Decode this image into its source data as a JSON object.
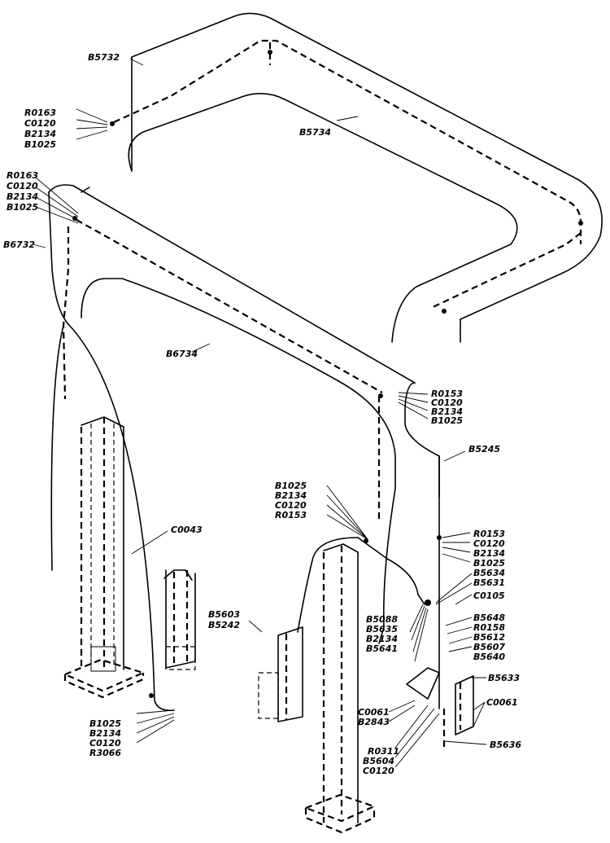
{
  "labels": {
    "b5732": "B5732",
    "b5734": "B5734",
    "r0163_a": "R0163",
    "c0120_a": "C0120",
    "b2134_a": "B2134",
    "b1025_a": "B1025",
    "r0163_b": "R0163",
    "c0120_b": "C0120",
    "b2134_b": "B2134",
    "b1025_b": "B1025",
    "b6732": "B6732",
    "b6734": "B6734",
    "r0153_a": "R0153",
    "c0120_c": "C0120",
    "b2134_c": "B2134",
    "b1025_c": "B1025",
    "b5245": "B5245",
    "b1025_d": "B1025",
    "b2134_d": "B2134",
    "c0120_d": "C0120",
    "r0153_b": "R0153",
    "c0043": "C0043",
    "r0153_c": "R0153",
    "c0120_e": "C0120",
    "b2134_e": "B2134",
    "b1025_e": "B1025",
    "b5634": "B5634",
    "b5631": "B5631",
    "c0105": "C0105",
    "b5603": "B5603",
    "b5242": "B5242",
    "b5088": "B5088",
    "b5635": "B5635",
    "b2134_f": "B2134",
    "b5641": "B5641",
    "b5648": "B5648",
    "r0158": "R0158",
    "b5612": "B5612",
    "b5607": "B5607",
    "b5640": "B5640",
    "b5633": "B5633",
    "c0061_a": "C0061",
    "c0061_b": "C0061",
    "b2843": "B2843",
    "b1025_f": "B1025",
    "b2134_g": "B2134",
    "c0120_f": "C0120",
    "r3066": "R3066",
    "r0311": "R0311",
    "b5604": "B5604",
    "c0120_g": "C0120",
    "b5636": "B5636"
  }
}
